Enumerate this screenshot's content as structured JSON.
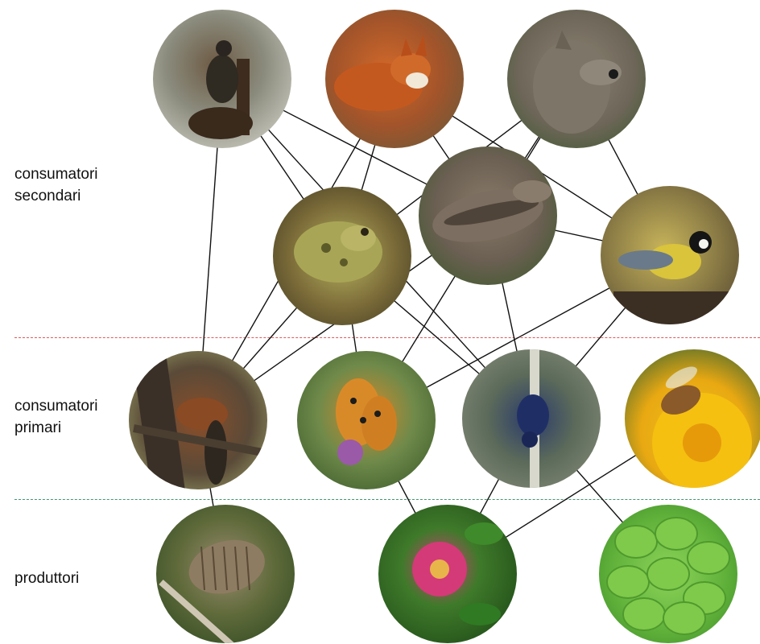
{
  "labels": {
    "secondary": "consumatori\nsecondari",
    "primary": "consumatori\nprimari",
    "producers": "produttori"
  },
  "colors": {
    "link": "#111111",
    "separator_secondary_primary": "#e05a5a",
    "separator_primary_producers": "#3f9a6b"
  },
  "organisms": [
    {
      "id": "starling",
      "level": "secondary",
      "icon": "starling-photo"
    },
    {
      "id": "fox",
      "level": "secondary",
      "icon": "red-fox-photo"
    },
    {
      "id": "wolf",
      "level": "secondary",
      "icon": "wolf-photo"
    },
    {
      "id": "frog",
      "level": "secondary",
      "icon": "frog-photo"
    },
    {
      "id": "viper",
      "level": "secondary",
      "icon": "viper-photo"
    },
    {
      "id": "great-tit",
      "level": "secondary",
      "icon": "great-tit-photo"
    },
    {
      "id": "squirrel",
      "level": "primary",
      "icon": "squirrel-photo"
    },
    {
      "id": "butterfly",
      "level": "primary",
      "icon": "fritillary-butterfly-photo"
    },
    {
      "id": "beetle",
      "level": "primary",
      "icon": "beetle-photo"
    },
    {
      "id": "bee",
      "level": "primary",
      "icon": "honeybee-on-dandelion-photo"
    },
    {
      "id": "pinecone",
      "level": "producer",
      "icon": "pine-cone-photo"
    },
    {
      "id": "rose",
      "level": "producer",
      "icon": "wild-rose-photo"
    },
    {
      "id": "leaves",
      "level": "producer",
      "icon": "green-leaves-photo"
    }
  ],
  "links": [
    [
      "starling",
      "squirrel"
    ],
    [
      "starling",
      "frog"
    ],
    [
      "starling",
      "viper"
    ],
    [
      "starling",
      "beetle"
    ],
    [
      "fox",
      "frog"
    ],
    [
      "fox",
      "viper"
    ],
    [
      "fox",
      "great-tit"
    ],
    [
      "fox",
      "squirrel"
    ],
    [
      "wolf",
      "frog"
    ],
    [
      "wolf",
      "viper"
    ],
    [
      "wolf",
      "great-tit"
    ],
    [
      "wolf",
      "butterfly"
    ],
    [
      "frog",
      "squirrel"
    ],
    [
      "frog",
      "butterfly"
    ],
    [
      "frog",
      "beetle"
    ],
    [
      "viper",
      "squirrel"
    ],
    [
      "viper",
      "beetle"
    ],
    [
      "viper",
      "great-tit"
    ],
    [
      "great-tit",
      "butterfly"
    ],
    [
      "great-tit",
      "beetle"
    ],
    [
      "squirrel",
      "pinecone"
    ],
    [
      "butterfly",
      "rose"
    ],
    [
      "beetle",
      "rose"
    ],
    [
      "beetle",
      "leaves"
    ],
    [
      "bee",
      "rose"
    ]
  ]
}
